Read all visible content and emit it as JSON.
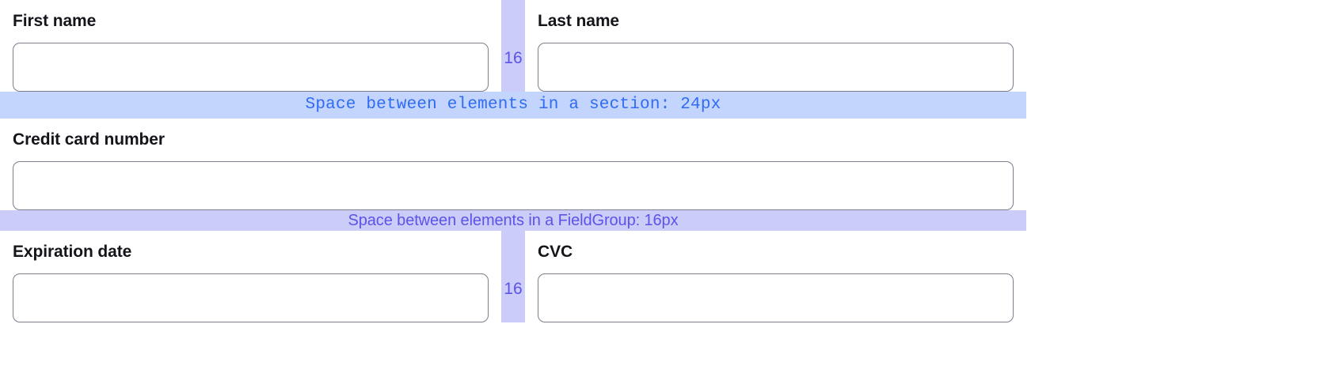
{
  "form": {
    "rows": [
      {
        "id": "name-row",
        "type": "two-column",
        "gap_value": "16",
        "fields": [
          {
            "name": "first-name",
            "label": "First name",
            "value": "",
            "placeholder": ""
          },
          {
            "name": "last-name",
            "label": "Last name",
            "value": "",
            "placeholder": ""
          }
        ]
      },
      {
        "id": "credit-card-row",
        "type": "full-width",
        "fields": [
          {
            "name": "credit-card-number",
            "label": "Credit card number",
            "value": "",
            "placeholder": ""
          }
        ]
      },
      {
        "id": "expiry-cvc-row",
        "type": "two-column",
        "gap_value": "16",
        "fields": [
          {
            "name": "expiration-date",
            "label": "Expiration date",
            "value": "",
            "placeholder": ""
          },
          {
            "name": "cvc",
            "label": "CVC",
            "value": "",
            "placeholder": ""
          }
        ]
      }
    ]
  },
  "annotations": {
    "section_band": {
      "text": "Space between elements in a section: 24px",
      "background": "#c3d4fd",
      "color": "#2f6bf5"
    },
    "fieldgroup_band": {
      "text": "Space between elements in a FieldGroup: 16px",
      "background": "#ccccf8",
      "color": "#5b54e8"
    },
    "gap_strip": {
      "value": "16",
      "background": "#ccccf8",
      "color": "#5b54e8"
    }
  },
  "colors": {
    "input_border": "#7c7f8c",
    "label_text": "#14141b",
    "page_background": "#ffffff"
  }
}
